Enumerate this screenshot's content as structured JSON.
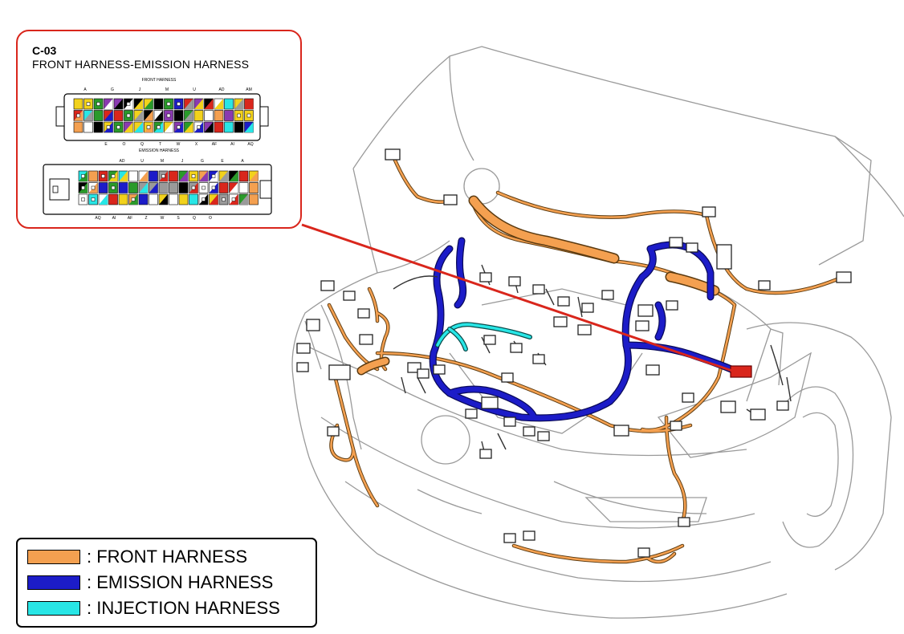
{
  "connector": {
    "code": "C-03",
    "title": "FRONT HARNESS-EMISSION HARNESS",
    "front_connector_label": "FRONT HARNESS",
    "emission_connector_label": "EMISSION HARNESS",
    "front_top_pins": [
      "A",
      "G",
      "J",
      "M",
      "U",
      "AD",
      "AM"
    ],
    "front_bottom_pins": [
      "E",
      "O",
      "Q",
      "T",
      "W",
      "X",
      "AF",
      "AI",
      "AQ"
    ],
    "emission_top_pins": [
      "AD",
      "U",
      "M",
      "J",
      "G",
      "E",
      "A"
    ],
    "emission_bottom_pins": [
      "AQ",
      "AI",
      "AF",
      "Z",
      "W",
      "S",
      "Q",
      "O"
    ]
  },
  "legend": [
    {
      "label": ": FRONT HARNESS",
      "color": "#f4a050"
    },
    {
      "label": ": EMISSION HARNESS",
      "color": "#1c1cc8"
    },
    {
      "label": ": INJECTION HARNESS",
      "color": "#28e6e6"
    }
  ],
  "colors": {
    "front_harness": "#f4a050",
    "emission_harness": "#1c1cc8",
    "injection_harness": "#28e6e6",
    "callout": "#d9261c",
    "connector_highlight": "#d9261c"
  }
}
